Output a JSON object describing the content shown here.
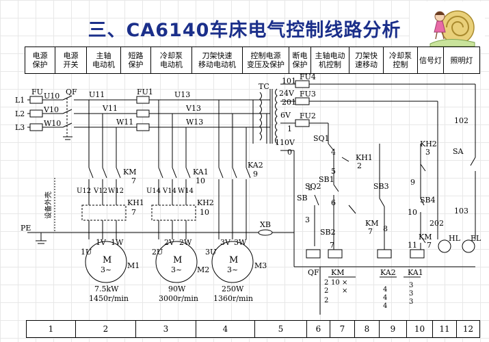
{
  "title": "三、CA6140车床电气控制线路分析",
  "header_cells": [
    "电源\n保护",
    "电源\n开关",
    "主轴\n电动机",
    "短路\n保护",
    "冷却泵\n电动机",
    "刀架快速\n移动电动机",
    "控制电源\n变压及保护",
    "断电\n保护",
    "主轴电动\n机控制",
    "刀架快\n速移动",
    "冷却泵\n控制",
    "信号灯",
    "照明灯"
  ],
  "footer_cells": [
    "1",
    "2",
    "3",
    "4",
    "5",
    "6",
    "7",
    "8",
    "9",
    "10",
    "11",
    "12"
  ],
  "labels": {
    "L1": "L1",
    "L2": "L2",
    "L3": "L3",
    "FU": "FU",
    "QF": "QF",
    "U10": "U10",
    "V10": "V10",
    "W10": "W10",
    "U11": "U11",
    "V11": "V11",
    "W11": "W11",
    "FU1": "FU1",
    "U13": "U13",
    "V13": "V13",
    "W13": "W13",
    "KM": "KM",
    "KM_num": "7",
    "KA1": "KA1",
    "KA1_num": "10",
    "KA2": "KA2",
    "KA2_num": "9",
    "U12": "U12",
    "V12": "V12",
    "W12": "W12",
    "U14": "U14",
    "V14": "V14",
    "W14": "W14",
    "KH1": "KH1",
    "KH1_num": "7",
    "KH2": "KH2",
    "KH2_num": "10",
    "ground_text": "设备外壳",
    "PE": "PE",
    "XB": "XB",
    "M1_1U": "1U",
    "M1_1V": "1V",
    "M1_1W": "1W",
    "M1_name": "M1",
    "M1_power": "7.5kW",
    "M1_speed": "1450r/min",
    "M2_2U": "2U",
    "M2_2V": "2V",
    "M2_2W": "2W",
    "M2_name": "M2",
    "M2_power": "90W",
    "M2_speed": "3000r/min",
    "M3_3U": "3U",
    "M3_3V": "3V",
    "M3_3W": "3W",
    "M3_name": "M3",
    "M3_power": "250W",
    "M3_speed": "1360r/min",
    "motor_M": "M",
    "motor_type": "3~",
    "TC": "TC",
    "FU4": "FU4",
    "FU3": "FU3",
    "FU2": "FU2",
    "n101": "101",
    "n24V": "24V",
    "n201": "201",
    "n6V": "6V",
    "n1": "1",
    "n110V": "110V",
    "n0": "0",
    "n102": "102",
    "n103": "103",
    "n202": "202",
    "SQ1": "SQ1",
    "SQ2": "SQ2",
    "SB": "SB",
    "SB1": "SB1",
    "SB2": "SB2",
    "SB3": "SB3",
    "SB4": "SB4",
    "SA": "SA",
    "KH1c": "KH1",
    "KH1c_num": "2",
    "KH2c": "KH2",
    "KH2c_num": "3",
    "w2": "2",
    "w3": "3",
    "w4": "4",
    "w5": "5",
    "w6": "6",
    "w7": "7",
    "w8": "8",
    "w9": "9",
    "w10": "10",
    "w11": "11",
    "w7b": "7",
    "KMcoil": "KM",
    "KMcoil_num": "7",
    "KMc2": "KM",
    "KMc2_num": "7",
    "HL": "HL",
    "EL": "EL",
    "bot_QF": "QF",
    "bot_KM": "KM",
    "bot_KA2": "KA2",
    "bot_KA1": "KA1"
  },
  "contact_table": {
    "km_col": [
      [
        "2",
        "10",
        "×"
      ],
      [
        "2",
        "",
        ""
      ],
      [
        "2",
        "",
        ""
      ]
    ],
    "km_x2": "×",
    "ka2_col": [
      "4",
      "4",
      "4"
    ],
    "ka1_col": [
      "3",
      "3",
      "3"
    ]
  }
}
